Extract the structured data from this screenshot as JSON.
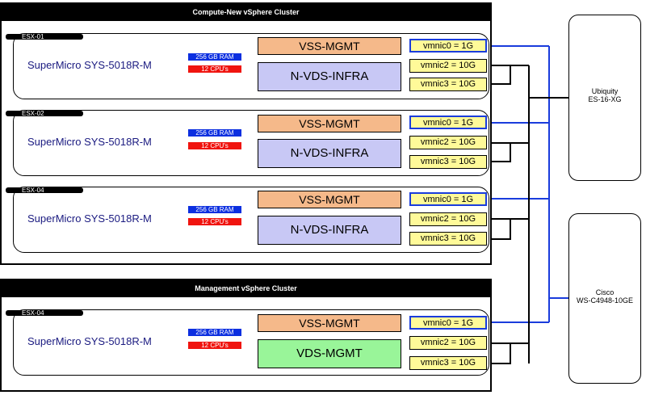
{
  "clusters": [
    {
      "title": "Compute-New vSphere Cluster",
      "hosts": [
        {
          "tag": "ESX-01",
          "model": "SuperMicro SYS-5018R-M",
          "ram": "256 GB RAM",
          "cpu": "12 CPU's",
          "vss": "VSS-MGMT",
          "vds": "N-VDS-INFRA",
          "nics": [
            "vmnic0 = 1G",
            "vmnic2 = 10G",
            "vmnic3 = 10G"
          ]
        },
        {
          "tag": "ESX-02",
          "model": "SuperMicro SYS-5018R-M",
          "ram": "256 GB RAM",
          "cpu": "12 CPU's",
          "vss": "VSS-MGMT",
          "vds": "N-VDS-INFRA",
          "nics": [
            "vmnic0 = 1G",
            "vmnic2 = 10G",
            "vmnic3 = 10G"
          ]
        },
        {
          "tag": "ESX-04",
          "model": "SuperMicro SYS-5018R-M",
          "ram": "256 GB RAM",
          "cpu": "12 CPU's",
          "vss": "VSS-MGMT",
          "vds": "N-VDS-INFRA",
          "nics": [
            "vmnic0 = 1G",
            "vmnic2 = 10G",
            "vmnic3 = 10G"
          ]
        }
      ]
    },
    {
      "title": "Management vSphere Cluster",
      "hosts": [
        {
          "tag": "ESX-04",
          "model": "SuperMicro SYS-5018R-M",
          "ram": "256 GB RAM",
          "cpu": "12 CPU's",
          "vss": "VSS-MGMT",
          "vds": "VDS-MGMT",
          "nics": [
            "vmnic0 = 1G",
            "vmnic2 = 10G",
            "vmnic3 = 10G"
          ]
        }
      ]
    }
  ],
  "switches": [
    {
      "line1": "Ubiquity",
      "line2": "ES-16-XG"
    },
    {
      "line1": "Cisco",
      "line2": "WS-C4948-10GE"
    }
  ],
  "colors": {
    "mgmt_link": "#1a3cdc",
    "data_link": "#000000",
    "vss_fill": "#f5b98a",
    "vds_infra_fill": "#c8c8f5",
    "vds_mgmt_fill": "#99f599",
    "vmnic_fill": "#fffa99",
    "ram_badge": "#0c2fe0",
    "cpu_badge": "#f0140f"
  }
}
